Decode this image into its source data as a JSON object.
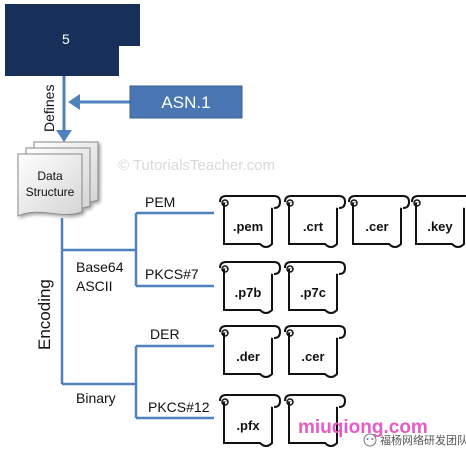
{
  "top_box": {
    "label": "5"
  },
  "defines_label": "Defines",
  "asn_box": {
    "label": "ASN.1"
  },
  "data_structure": {
    "line1": "Data",
    "line2": "Structure"
  },
  "watermark": "© TutorialsTeacher.com",
  "encoding_label": "Encoding",
  "branches": {
    "text_group": {
      "line1": "Base64",
      "line2": "ASCII"
    },
    "binary_group": {
      "label": "Binary"
    },
    "pem": "PEM",
    "pkcs7": "PKCS#7",
    "der": "DER",
    "pkcs12": "PKCS#12"
  },
  "files": {
    "pem": [
      ".pem",
      ".crt",
      ".cer",
      ".key"
    ],
    "pkcs7": [
      ".p7b",
      ".p7c"
    ],
    "der": [
      ".der",
      ".cer"
    ],
    "pkcs12": [
      ".pfx",
      ""
    ]
  },
  "site_watermark": "miuqiong.com",
  "wechat_watermark": "福杨网络研发团队",
  "colors": {
    "top_box": "#17305a",
    "asn_box": "#4a77b4",
    "arrow": "#4f81bd",
    "branch_line": "#4f81bd",
    "site_watermark": "#e65cc4"
  }
}
